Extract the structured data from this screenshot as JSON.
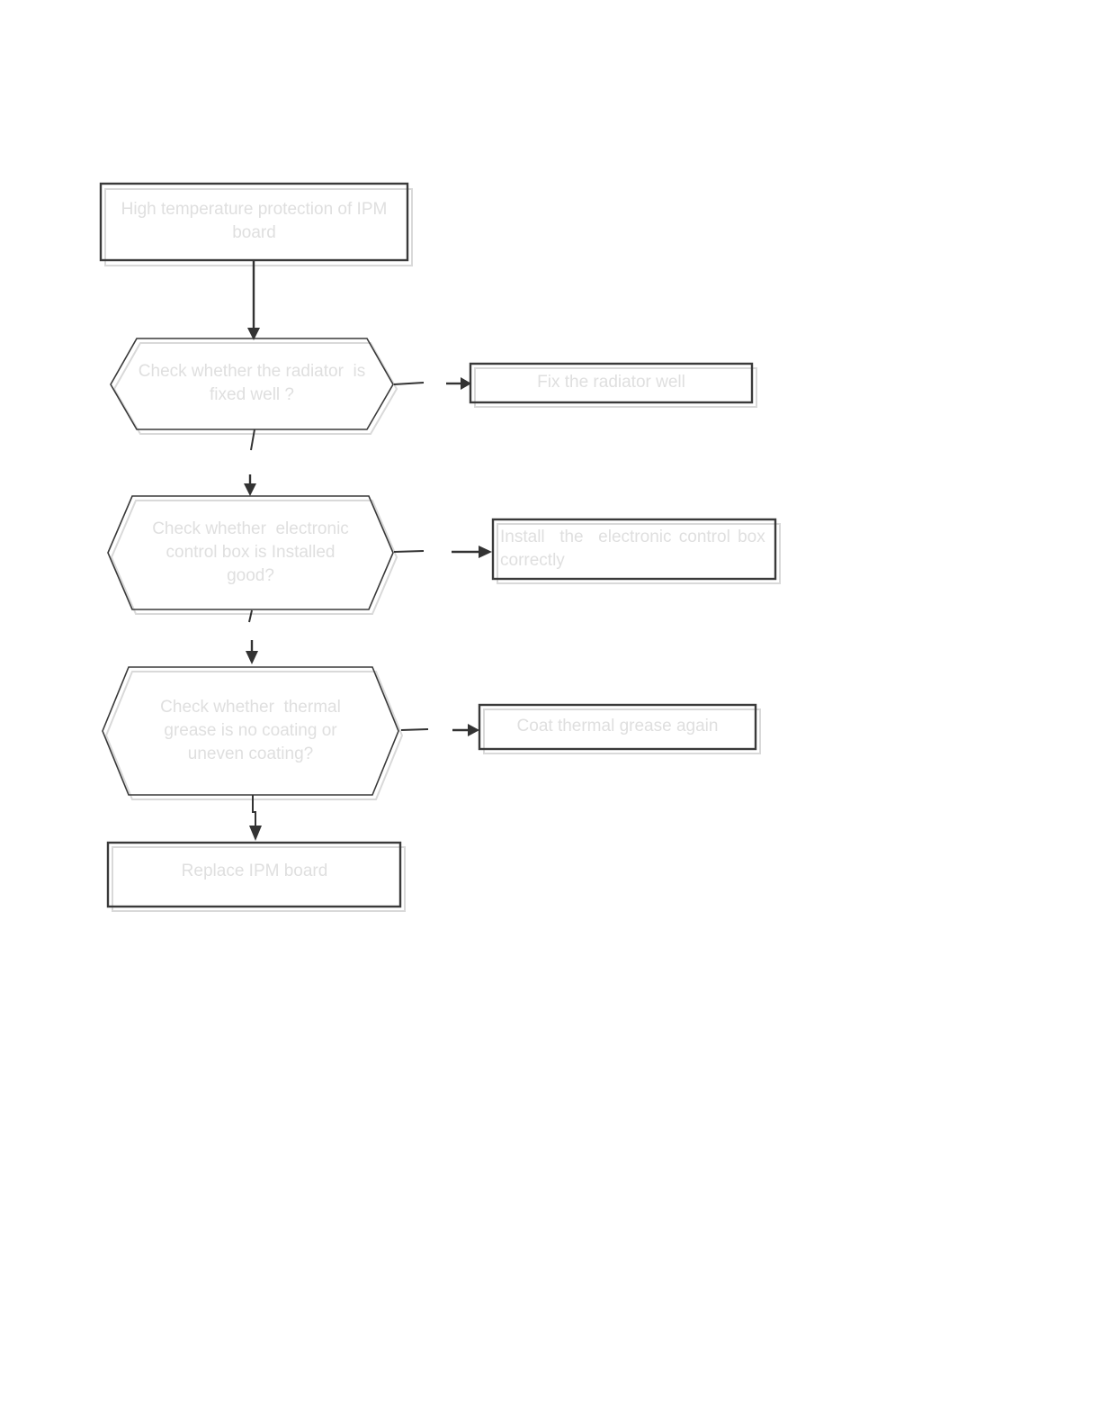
{
  "colors": {
    "border": "#3a3a3a",
    "shadow": "#d9d9d9",
    "text": "#dfdfdf",
    "arrow": "#333333",
    "bg": "#ffffff"
  },
  "flowchart": {
    "title": "High temperature protection of IPM board troubleshooting flowchart",
    "nodes": [
      {
        "id": "start",
        "type": "process",
        "label": "High temperature protection of IPM board"
      },
      {
        "id": "decision-radiator",
        "type": "decision",
        "label": "Check whether the radiator  is fixed well ?"
      },
      {
        "id": "action-fix-radiator",
        "type": "process",
        "label": "Fix the radiator well"
      },
      {
        "id": "decision-control-box",
        "type": "decision",
        "label": "Check whether  electronic control box is Installed good?"
      },
      {
        "id": "action-install-box",
        "type": "process",
        "label": "Install  the  electronic control box correctly"
      },
      {
        "id": "decision-thermal-grease",
        "type": "decision",
        "label": "Check whether  thermal grease is no coating or uneven coating?"
      },
      {
        "id": "action-coat-grease",
        "type": "process",
        "label": "Coat thermal grease again"
      },
      {
        "id": "end",
        "type": "process",
        "label": "Replace IPM board"
      }
    ]
  }
}
